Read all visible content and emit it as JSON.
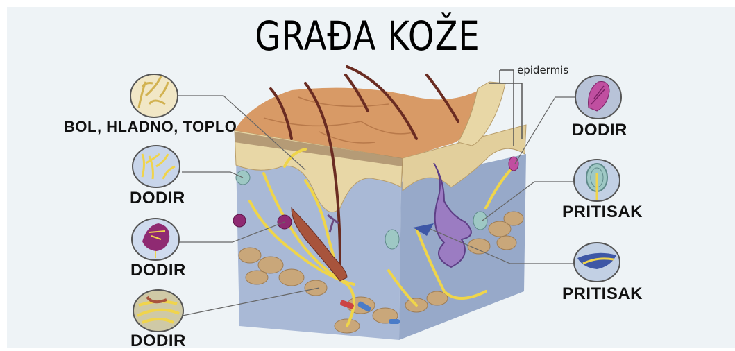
{
  "title": "GRAĐA KOŽE",
  "labels": {
    "bol": "BOL, HLADNO, TOPLO",
    "dodir_left_1": "DODIR",
    "dodir_left_2": "DODIR",
    "dodir_left_3": "DODIR",
    "dodir_right": "DODIR",
    "pritisak_1": "PRITISAK",
    "pritisak_2": "PRITISAK",
    "epidermis": "epidermis"
  },
  "colors": {
    "skin_top": "#d89a66",
    "epidermis": "#e8d7a6",
    "dermis": "#a9b9d6",
    "nerve": "#efd54a",
    "hair": "#6a2c22",
    "fat": "#c9a77a",
    "meissner": "#8f2a72",
    "pacini": "#9ec8c4"
  }
}
